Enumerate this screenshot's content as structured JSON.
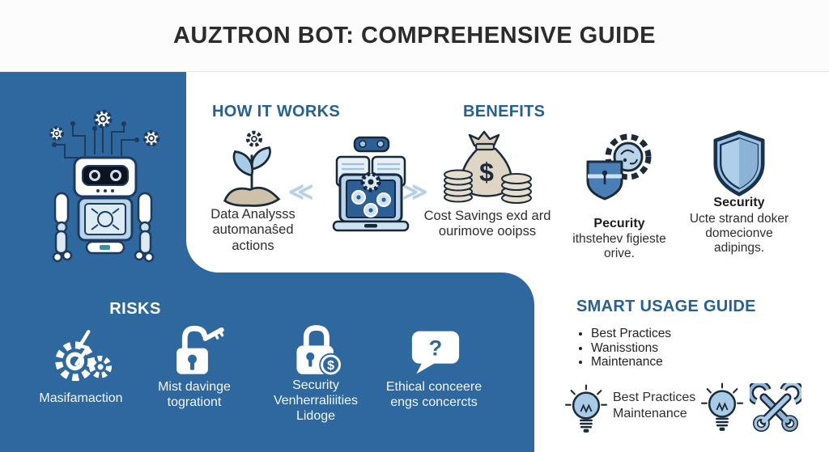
{
  "header": {
    "title": "AUZTRON BOT: COMPREHENSIVE GUIDE"
  },
  "colors": {
    "panel_blue": "#2e689e",
    "heading_blue": "#27618f",
    "icon_light_blue": "#a9cbe8",
    "icon_mid_blue": "#2e5e96",
    "outline_navy": "#1c2b3a",
    "tan": "#ded5c4"
  },
  "how_it_works": {
    "heading": "HOW IT WORKS",
    "items": [
      {
        "icon": "sprout-gear-icon",
        "caption": "Data Analysss automanaŝed actions"
      },
      {
        "icon": "robot-laptop-icon",
        "caption": ""
      }
    ],
    "arrows": {
      "left": "≪",
      "right": "≫"
    }
  },
  "benefits": {
    "heading": "BENEFITS",
    "items": [
      {
        "icon": "money-bags-icon",
        "caption": "Cost Savings exd ard ourimove ooipss"
      }
    ]
  },
  "feature_cards": [
    {
      "icon": "gear-shield-icon",
      "title": "Pecurity",
      "caption": "ithstehev figieste orive."
    },
    {
      "icon": "shield-icon",
      "title": "Security",
      "caption": "Ucte strand doker domecionve adipings."
    }
  ],
  "risks": {
    "heading": "RISKS",
    "items": [
      {
        "icon": "broken-gear-icon",
        "caption": "Masifamaction"
      },
      {
        "icon": "unlocked-padlock-key-icon",
        "caption": "Mist davinge togrationt"
      },
      {
        "icon": "padlock-dollar-icon",
        "caption": "Security Venherraliiities Lidoge"
      },
      {
        "icon": "question-bubble-icon",
        "caption": "Ethical conceere engs concercts"
      }
    ]
  },
  "smart_usage": {
    "heading": "SMART USAGE GUIDE",
    "bullets": [
      "Best Practices",
      "Wanisstions",
      "Maintenance"
    ],
    "legend": {
      "icon": "lightbulb-icon",
      "lines": [
        "Best Practices",
        "Maintenance"
      ]
    },
    "footer_icons": [
      "lightbulb-icon",
      "crossed-wrenches-icon"
    ]
  },
  "hero": {
    "icon": "robot-icon"
  }
}
